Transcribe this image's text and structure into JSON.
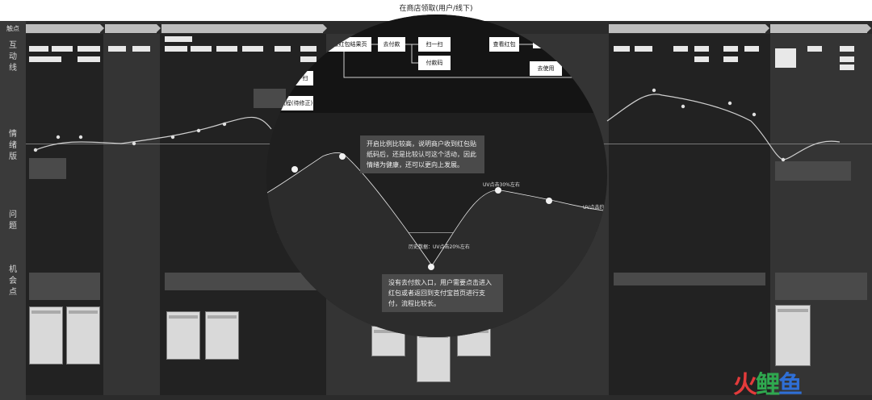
{
  "page_title": "在商店领取(用户/线下)",
  "row_labels": {
    "corner": "触点",
    "interaction": [
      "互",
      "动",
      "线"
    ],
    "emotion": [
      "情",
      "绪",
      "版"
    ],
    "problem": [
      "问",
      "题"
    ],
    "opportunity": [
      "机",
      "会",
      "点"
    ]
  },
  "flow_boxes": {
    "receive_result": "领取红包结果页",
    "go_pay": "去付款",
    "scan": "扫一扫",
    "pay_code": "付款码",
    "view_packet": "查看红包",
    "go_use": "去使用",
    "scan_left": "扫一扫",
    "pending_flow": "待兼流程(待修正)"
  },
  "callouts": {
    "upper": "开启比例比较高，说明商户收到红包贴纸码后，还是比较认可这个活动，因此情绪为健康，还可以更向上发展。",
    "lower": "没有去付款入口，用户需要点击进入红包或者返回到支付宝首页进行支付，流程比较长。"
  },
  "curve_labels": {
    "uv30": "UV点击30%左右",
    "uv_right": "UV点击约",
    "history": "历史数据：UV点击20%左右"
  },
  "logo": {
    "p1": "火",
    "p2": "鲤",
    "p3": "鱼"
  },
  "colors": {
    "board": "#2b2b2b",
    "lens": "#1f1f1f",
    "logo_red": "#e33b3b",
    "logo_green": "#2fa84f",
    "logo_blue": "#2f6fd6"
  }
}
